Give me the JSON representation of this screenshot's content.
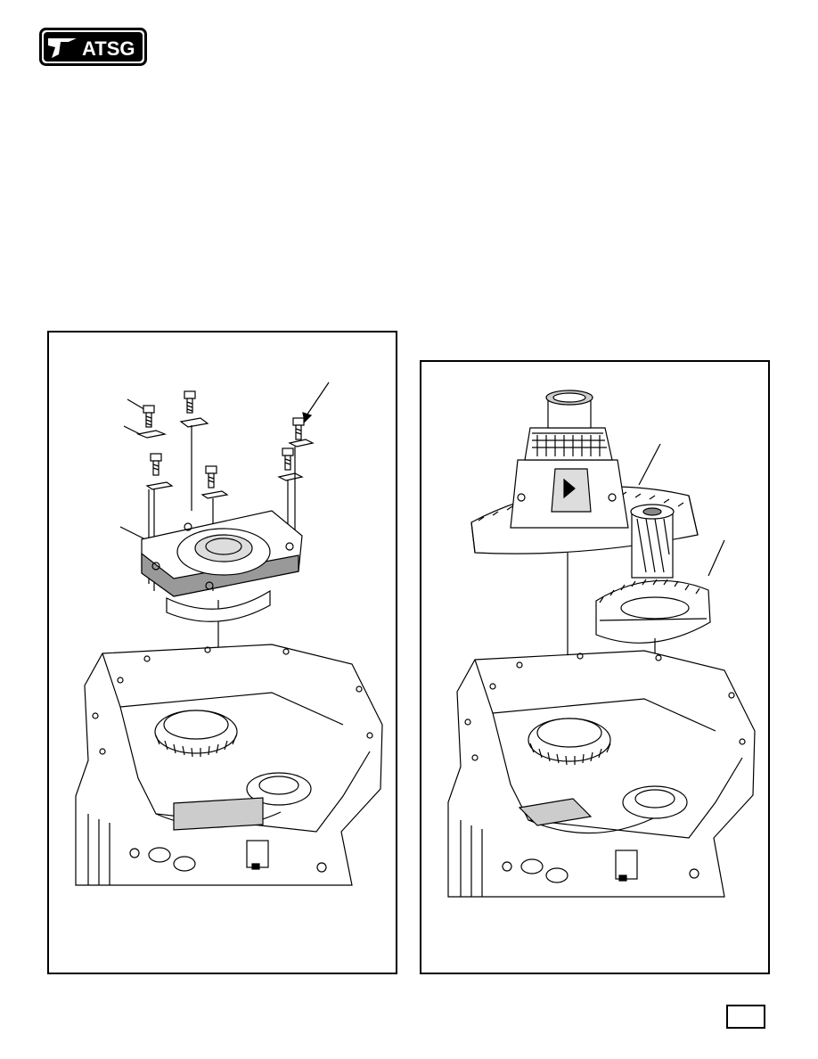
{
  "header": {
    "logo_text": "ATSG"
  },
  "figures": [
    {
      "id": "rear-cover-removal"
    },
    {
      "id": "differential-and-gear-removal"
    }
  ],
  "footer": {
    "page_number": ""
  }
}
